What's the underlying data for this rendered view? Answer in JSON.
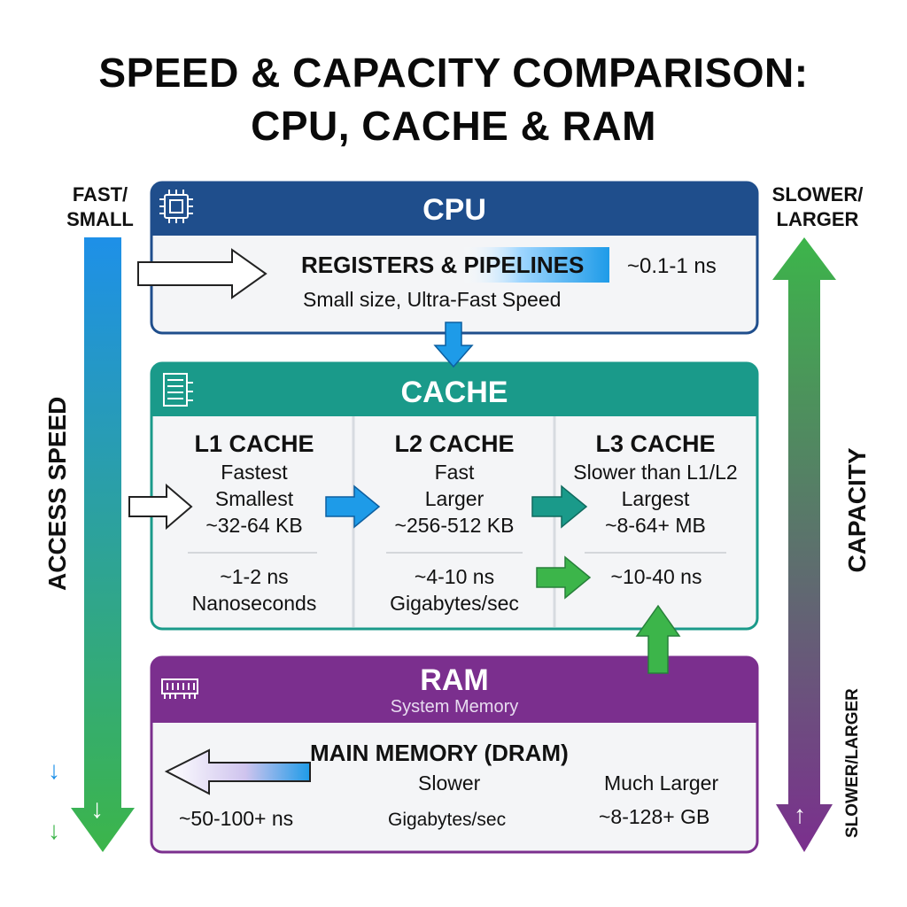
{
  "title": {
    "line1": "SPEED & CAPACITY COMPARISON:",
    "line2": "CPU, CACHE & RAM"
  },
  "left_axis": {
    "top_label_line1": "FAST/",
    "top_label_line2": "SMALL",
    "axis_label": "ACCESS SPEED",
    "arrow_glyph": "↓",
    "small_glyph_1": "↓",
    "small_glyph_2": "↓"
  },
  "right_axis": {
    "top_label_line1": "SLOWER/",
    "top_label_line2": "LARGER",
    "axis_label": "CAPACITY",
    "bottom_label": "SLOWER/LARGER",
    "arrow_glyph": "↑"
  },
  "cpu": {
    "header": "CPU",
    "row_title": "REGISTERS & PIPELINES",
    "latency": "~0.1-1 ns",
    "description": "Small size, Ultra-Fast Speed"
  },
  "cache": {
    "header": "CACHE",
    "levels": [
      {
        "name": "L1 CACHE",
        "line1": "Fastest",
        "line2": "Smallest",
        "size": "~32-64 KB",
        "latency": "~1-2 ns",
        "unit": "Nanoseconds"
      },
      {
        "name": "L2 CACHE",
        "line1": "Fast",
        "line2": "Larger",
        "size": "~256-512 KB",
        "latency": "~4-10 ns",
        "unit": "Gigabytes/sec"
      },
      {
        "name": "L3 CACHE",
        "line1": "Slower than L1/L2",
        "line2": "Largest",
        "size": "~8-64+ MB",
        "latency": "~10-40 ns",
        "unit": ""
      }
    ]
  },
  "ram": {
    "header": "RAM",
    "subheader": "System Memory",
    "row_title": "MAIN MEMORY (DRAM)",
    "speed": "Slower",
    "capacity": "Much Larger",
    "latency": "~50-100+ ns",
    "bandwidth": "Gigabytes/sec",
    "size": "~8-128+ GB"
  },
  "colors": {
    "cpu": "#1f4e8c",
    "cache": "#1a9a8a",
    "ram": "#7b2f8e",
    "speed_arrow_top": "#1e90e8",
    "speed_arrow_bottom": "#3cb54a",
    "capacity_arrow_top": "#3cb54a",
    "capacity_arrow_bottom": "#7b2f8e"
  },
  "icons": [
    "cpu-chip-icon",
    "cache-list-icon",
    "ram-module-icon"
  ]
}
